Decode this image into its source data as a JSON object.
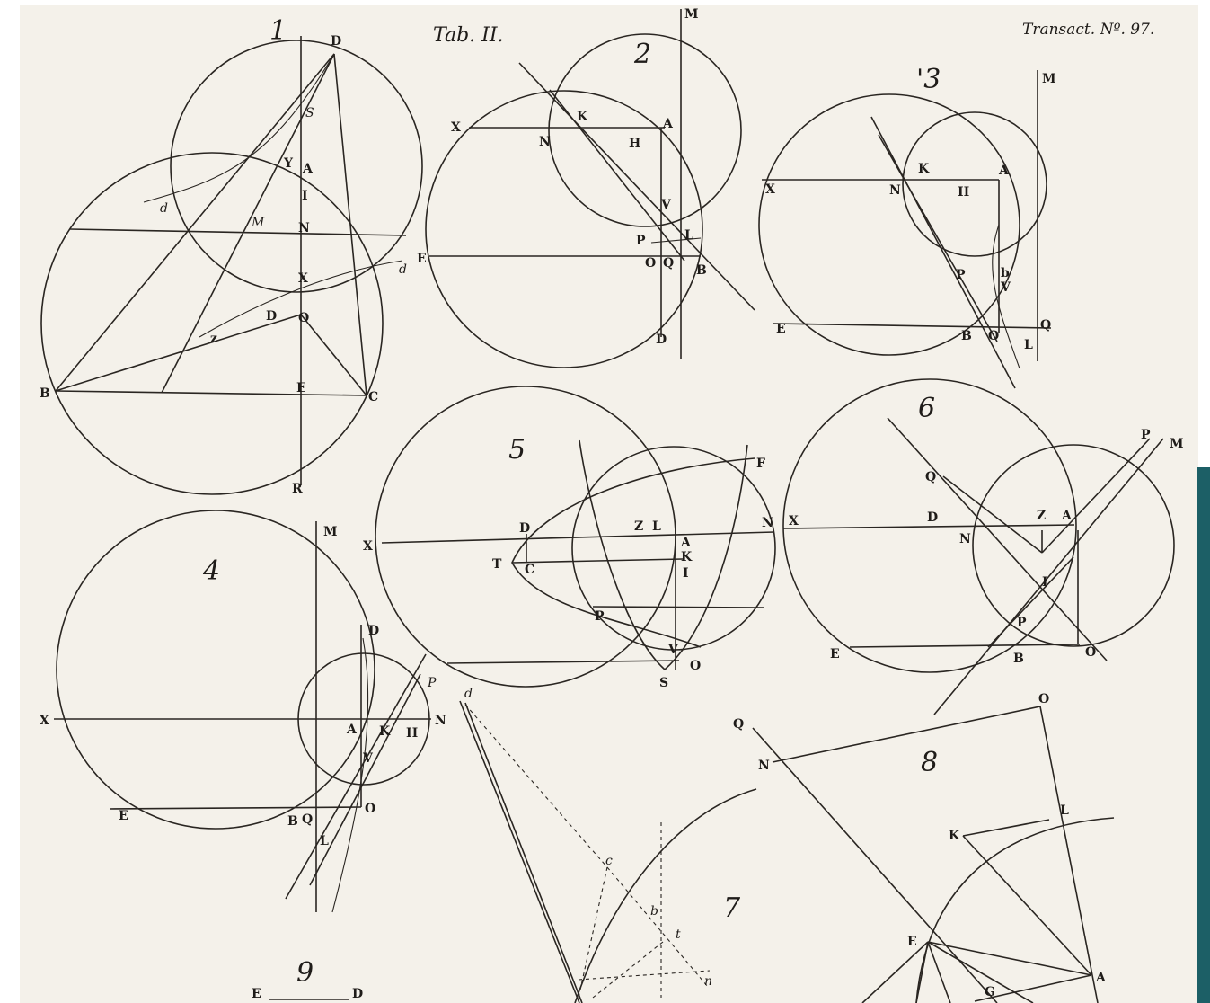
{
  "plate_title": "Tab. II.",
  "journal_ref": "Transact. Nº. 97.",
  "figures": [
    {
      "number": "1",
      "labels": [
        "D",
        "S",
        "Y",
        "A",
        "I",
        "M",
        "N",
        "X",
        "d",
        "d",
        "D",
        "O",
        "z",
        "B",
        "E",
        "C",
        "R"
      ]
    },
    {
      "number": "2",
      "labels": [
        "M",
        "X",
        "K",
        "A",
        "N",
        "H",
        "V",
        "P",
        "L",
        "E",
        "O",
        "Q",
        "B",
        "D"
      ]
    },
    {
      "number": "'3",
      "labels": [
        "M",
        "K",
        "A",
        "X",
        "N",
        "H",
        "P",
        "b",
        "V",
        "E",
        "B",
        "O",
        "L",
        "Q"
      ]
    },
    {
      "number": "4",
      "labels": [
        "M",
        "D",
        "P",
        "X",
        "A",
        "K",
        "H",
        "N",
        "V",
        "E",
        "B",
        "Q",
        "O",
        "L"
      ]
    },
    {
      "number": "5",
      "labels": [
        "F",
        "X",
        "D",
        "Z",
        "L",
        "N",
        "A",
        "K",
        "T",
        "C",
        "I",
        "P",
        "V",
        "O",
        "S"
      ]
    },
    {
      "number": "6",
      "labels": [
        "P",
        "M",
        "Q",
        "X",
        "D",
        "Z",
        "A",
        "N",
        "I",
        "P",
        "E",
        "B",
        "O"
      ]
    },
    {
      "number": "7",
      "labels": [
        "d",
        "c",
        "b",
        "t",
        "n"
      ]
    },
    {
      "number": "8",
      "labels": [
        "O",
        "Q",
        "N",
        "L",
        "K",
        "E",
        "G",
        "A"
      ]
    },
    {
      "number": "9",
      "labels": [
        "E",
        "D"
      ]
    }
  ],
  "colors": {
    "ink": "#2a2622",
    "paper": "#f4f1ea",
    "edge": "#1c5f66"
  }
}
